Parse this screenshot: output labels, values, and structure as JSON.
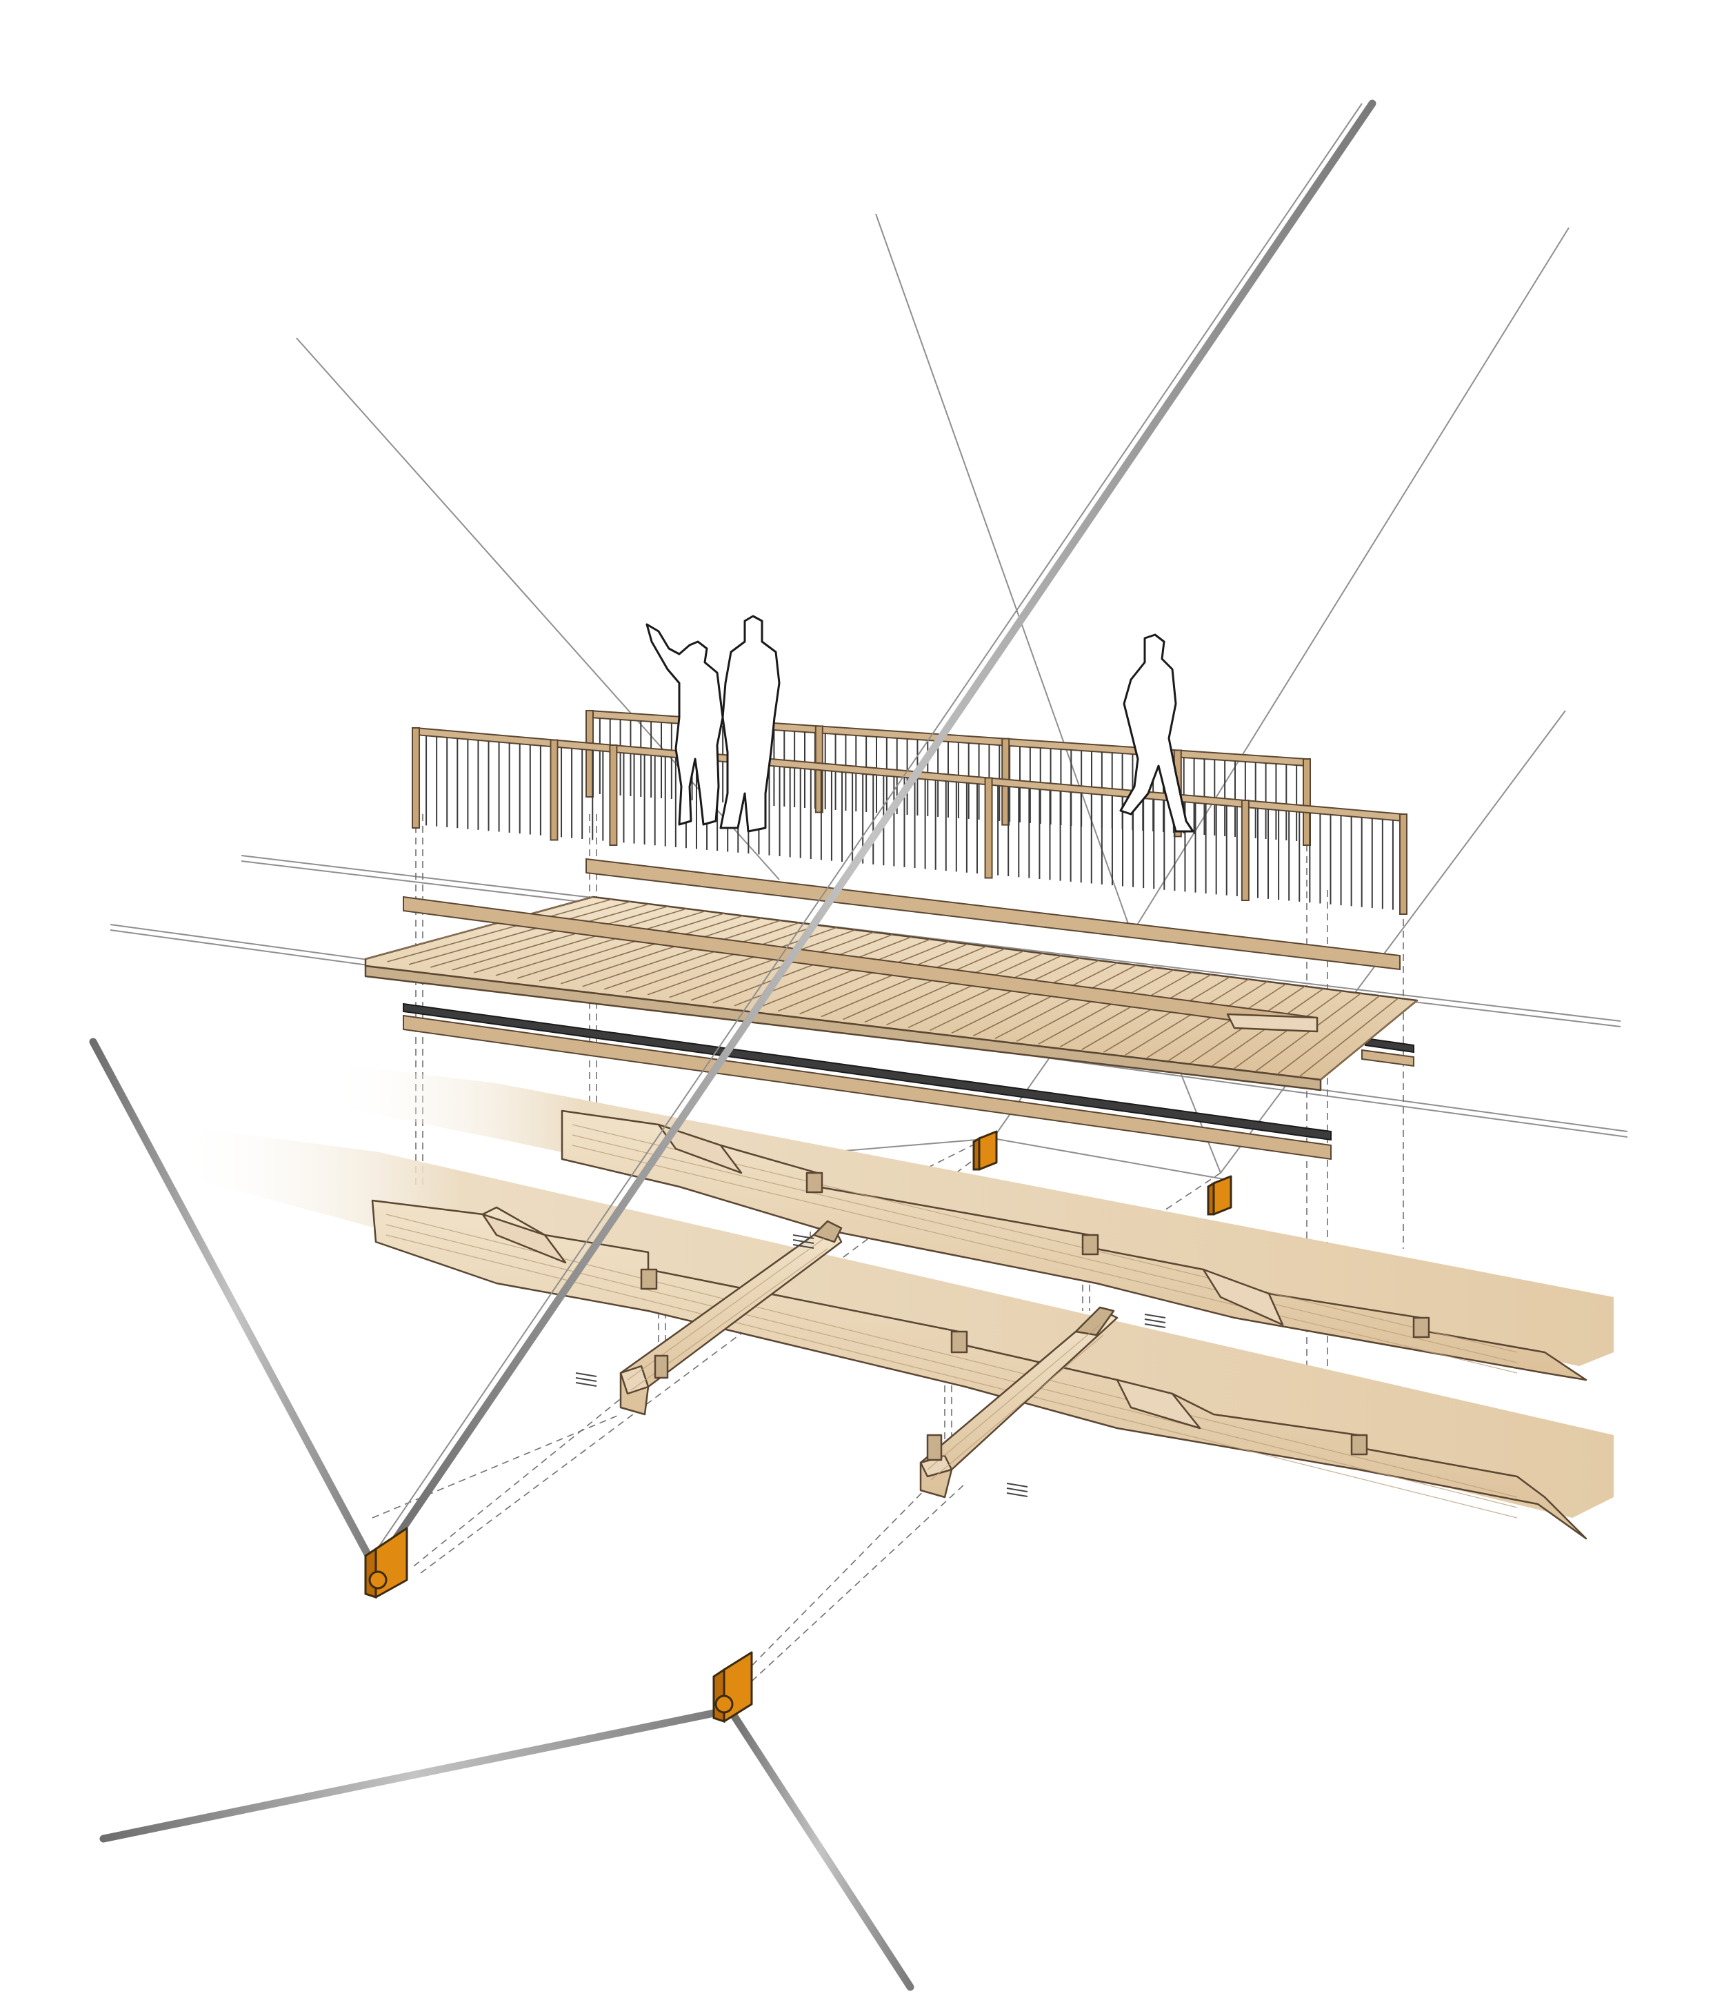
{
  "figure": {
    "kind": "exploded axonometric",
    "caption": "",
    "colors": {
      "timber": "#e8d4b4",
      "timber_edge": "#5a4632",
      "bracket": "#e08a12",
      "cable": "#9a9a9a",
      "rubber_strip": "#3c3c3c",
      "person_outline": "#1a1a1a"
    },
    "components": [
      {
        "name": "balustrade",
        "icon": "timber-railing-with-vertical-balusters"
      },
      {
        "name": "handrail",
        "icon": "timber-beam"
      },
      {
        "name": "deck",
        "icon": "slatted-timber-deck"
      },
      {
        "name": "edge-strip",
        "icon": "dark-rubber-strip"
      },
      {
        "name": "primary-beams",
        "icon": "notched-timber-beams"
      },
      {
        "name": "cross-beams",
        "icon": "notched-timber-crossbeams"
      },
      {
        "name": "cable-brackets",
        "icon": "orange-steel-bracket"
      },
      {
        "name": "suspension-cables",
        "icon": "steel-cable"
      },
      {
        "name": "people",
        "icon": "person-silhouette"
      }
    ]
  }
}
